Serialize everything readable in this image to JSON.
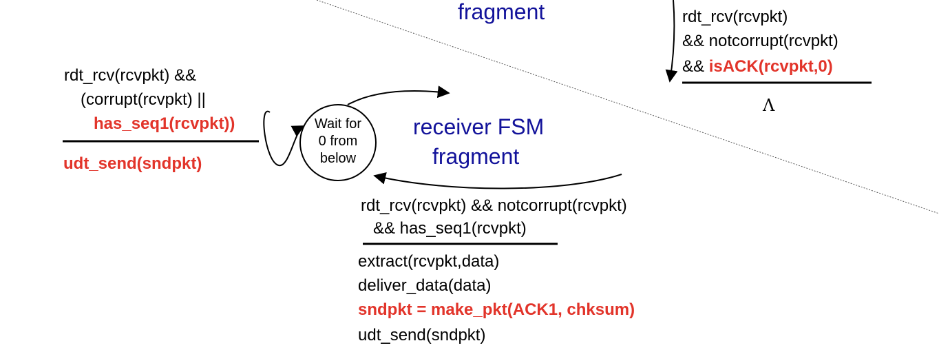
{
  "sender_fragment": {
    "title": "fragment",
    "event_line1": "rdt_rcv(rcvpkt)",
    "event_line2": "&& notcorrupt(rcvpkt)",
    "event_line3_prefix": "&& ",
    "event_line3_highlight": "isACK(rcvpkt,0)",
    "action": "Λ"
  },
  "state": {
    "label": "Wait for\n0 from\nbelow"
  },
  "self_loop": {
    "event_line1": "rdt_rcv(rcvpkt) &&",
    "event_line2": "(corrupt(rcvpkt) ||",
    "event_line3": "has_seq1(rcvpkt))",
    "action": "udt_send(sndpkt)"
  },
  "receiver_title": {
    "line1": "receiver FSM",
    "line2": "fragment"
  },
  "bottom_transition": {
    "event_line1": "rdt_rcv(rcvpkt) && notcorrupt(rcvpkt)",
    "event_line2": "&& has_seq1(rcvpkt)",
    "action_line1": "extract(rcvpkt,data)",
    "action_line2": "deliver_data(data)",
    "action_line3": "sndpkt = make_pkt(ACK1, chksum)",
    "action_line4": "udt_send(sndpkt)"
  },
  "colors": {
    "highlight_red": "#e2342a",
    "title_blue": "#12129a",
    "line": "#000000"
  }
}
